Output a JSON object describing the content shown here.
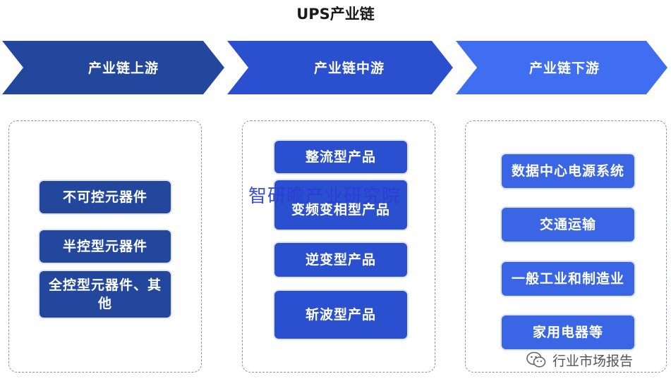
{
  "title": "UPS产业链",
  "stages": {
    "upstream": "产业链上游",
    "midstream": "产业链中游",
    "downstream": "产业链下游"
  },
  "upstream_items": [
    "不可控元器件",
    "半控型元器件",
    "全控型元器件、其他"
  ],
  "midstream_items": [
    "整流型产品",
    "变频变相型产品",
    "逆变型产品",
    "斩波型产品"
  ],
  "downstream_items": [
    "数据中心电源系统",
    "交通运输",
    "一般工业和制造业",
    "家用电器等"
  ],
  "watermark": "智研瞻产业研究院",
  "footer": {
    "text": "行业市场报告",
    "icon": "wechat-icon"
  },
  "colors": {
    "upstream": "#24479e",
    "midstream": "#2b50cf",
    "downstream": "#3f6ff0"
  }
}
